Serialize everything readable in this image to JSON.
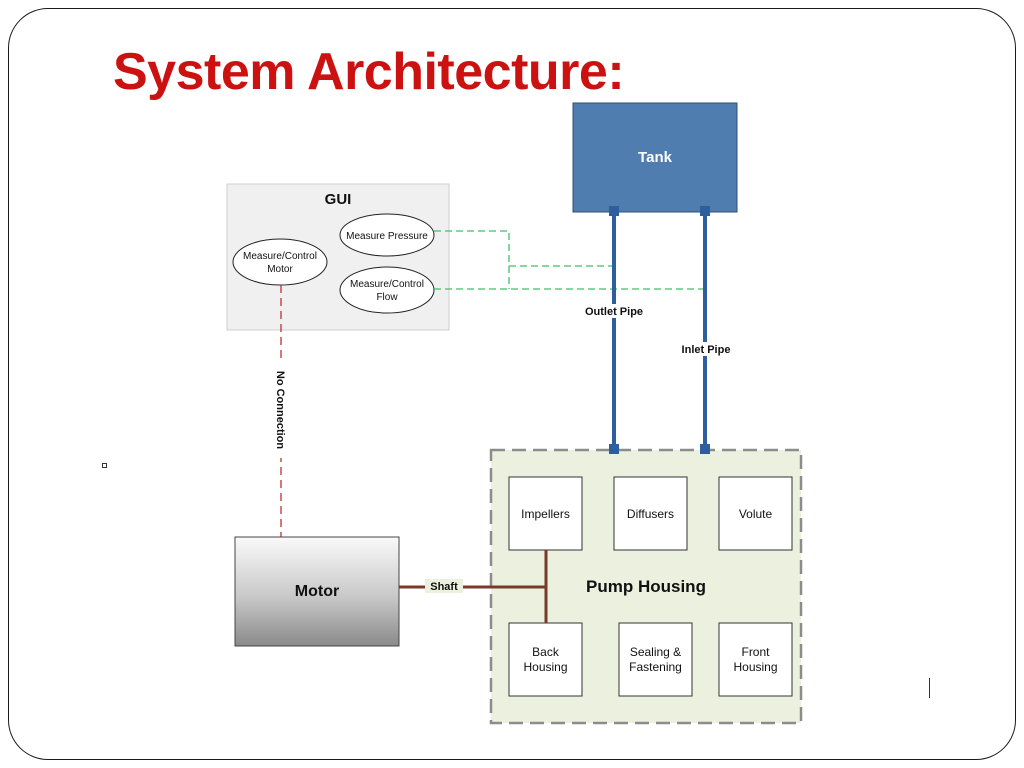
{
  "slide": {
    "title": "System Architecture:"
  },
  "diagram": {
    "gui": {
      "label": "GUI",
      "measure_pressure": "Measure Pressure",
      "measure_control_motor": [
        "Measure/Control",
        "Motor"
      ],
      "measure_control_flow": [
        "Measure/Control",
        "Flow"
      ]
    },
    "tank": {
      "label": "Tank"
    },
    "pipes": {
      "outlet": "Outlet Pipe",
      "inlet": "Inlet Pipe"
    },
    "no_connection": "No Connection",
    "motor": {
      "label": "Motor"
    },
    "shaft": "Shaft",
    "pump_housing": {
      "label": "Pump Housing",
      "components": {
        "impellers": [
          "Impellers"
        ],
        "diffusers": [
          "Diffusers"
        ],
        "volute": [
          "Volute"
        ],
        "back_housing": [
          "Back",
          "Housing"
        ],
        "sealing_fastening": [
          "Sealing &",
          "Fastening"
        ],
        "front_housing": [
          "Front",
          "Housing"
        ]
      }
    },
    "colors": {
      "title": "#cc1111",
      "tank_fill": "#4f7db0",
      "pipe": "#2d5f9e",
      "data_link": "#3fbf6a",
      "no_connection_link": "#c03030",
      "shaft": "#7a3a2a",
      "pump_housing_fill": "#ebf1de",
      "gui_fill": "#f0f0f0"
    }
  }
}
